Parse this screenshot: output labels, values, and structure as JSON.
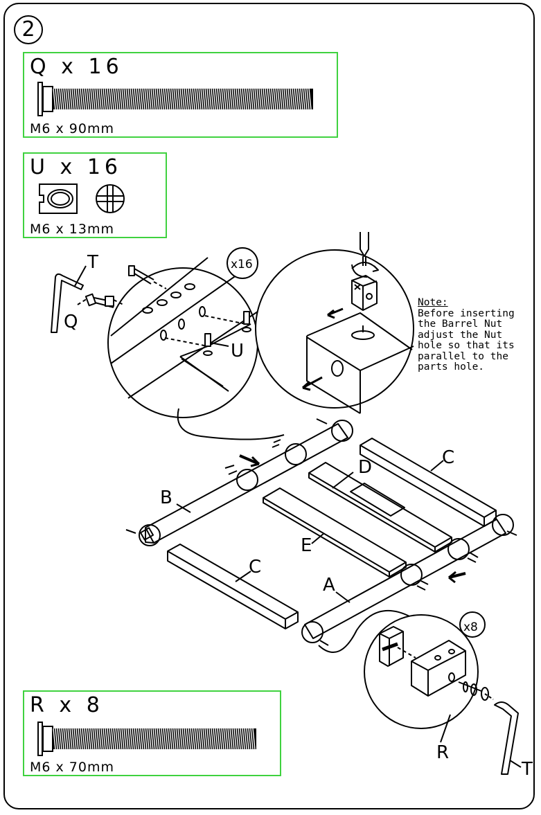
{
  "step_number": "2",
  "hardware": {
    "q": {
      "letter": "Q",
      "mult": "x",
      "qty": "16",
      "size": "M6 x 90mm"
    },
    "u": {
      "letter": "U",
      "mult": "x",
      "qty": "16",
      "size": "M6 x 13mm"
    },
    "r": {
      "letter": "R",
      "mult": "x",
      "qty": "8",
      "size": "M6 x 70mm"
    }
  },
  "detail_counts": {
    "top": "x16",
    "bottom": "x8"
  },
  "note": {
    "heading": "Note:",
    "lines": [
      "Before inserting",
      "the Barrel Nut",
      "adjust the Nut",
      "hole so that its",
      "parallel to the",
      "parts hole."
    ]
  },
  "callouts": {
    "t": "T",
    "q": "Q",
    "u": "U",
    "b": "B",
    "a": "A",
    "c": "C",
    "d": "D",
    "e": "E",
    "r": "R"
  },
  "colors": {
    "hardware_box_border": "#3fd23f",
    "line": "#000000"
  }
}
